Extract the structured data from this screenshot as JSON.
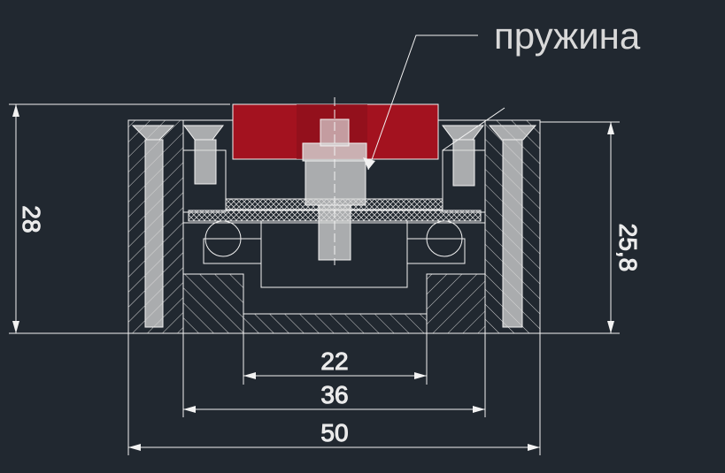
{
  "drawing": {
    "callout_label": "пружина",
    "dimensions": {
      "total_height": "28",
      "inner_height": "25,8",
      "width_inner": "22",
      "width_middle": "36",
      "width_total": "50"
    },
    "colors": {
      "background": "#212830",
      "line": "#f2f2f2",
      "part_red": "#a3121f",
      "part_red_dark": "#7a0c16",
      "bolt_fill": "#d8d8d8"
    }
  }
}
